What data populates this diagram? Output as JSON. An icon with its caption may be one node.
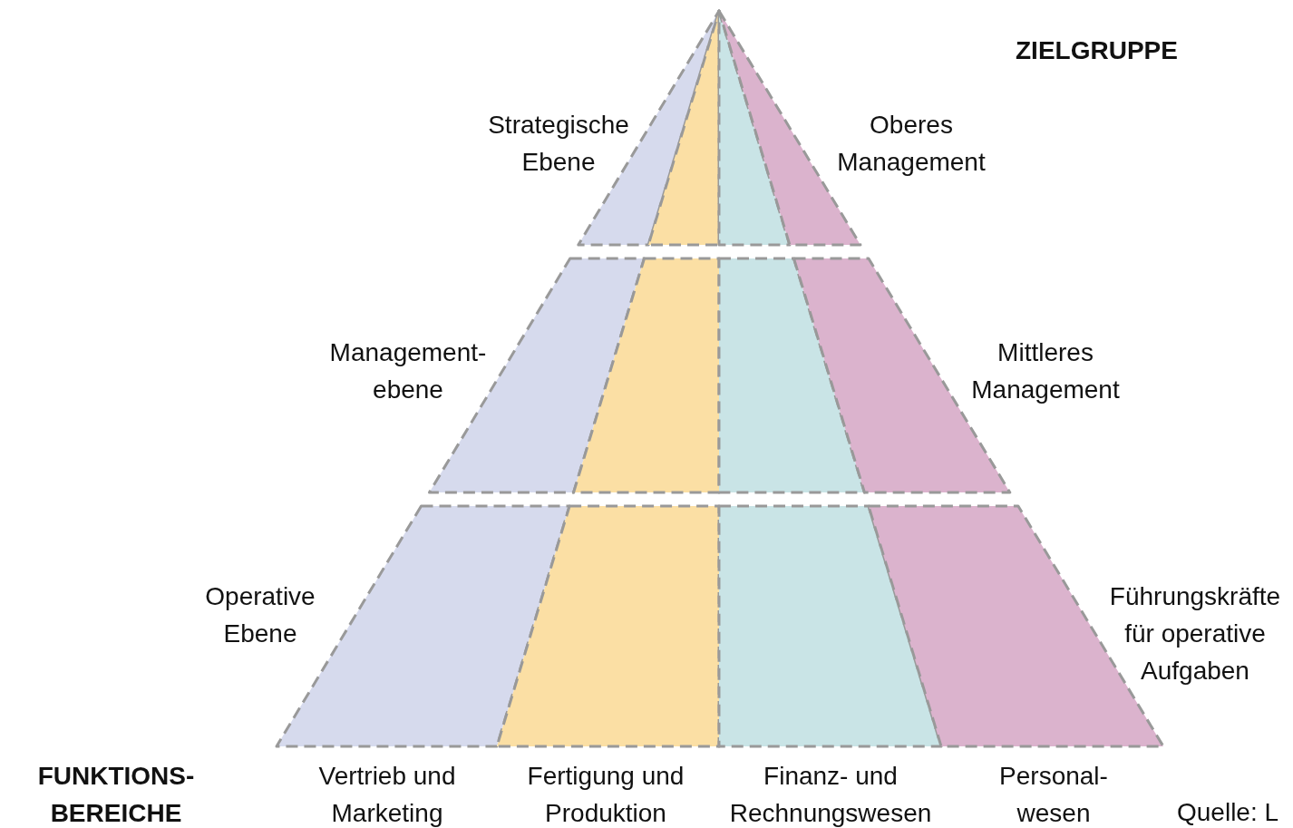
{
  "diagram": {
    "labels": [
      "ZIELGRUPPE",
      "Strategische Ebene",
      "Oberes Management",
      "Management- ebene",
      "Mittleres Management",
      "Operative Ebene",
      "Führungskräfte für operative Aufgaben",
      "FUNKTIONS- BEREICHE",
      "Vertrieb und Marketing",
      "Fertigung und Produktion",
      "Finanz- und Rechnungswesen",
      "Personal- wesen",
      "Quelle: L"
    ]
  }
}
